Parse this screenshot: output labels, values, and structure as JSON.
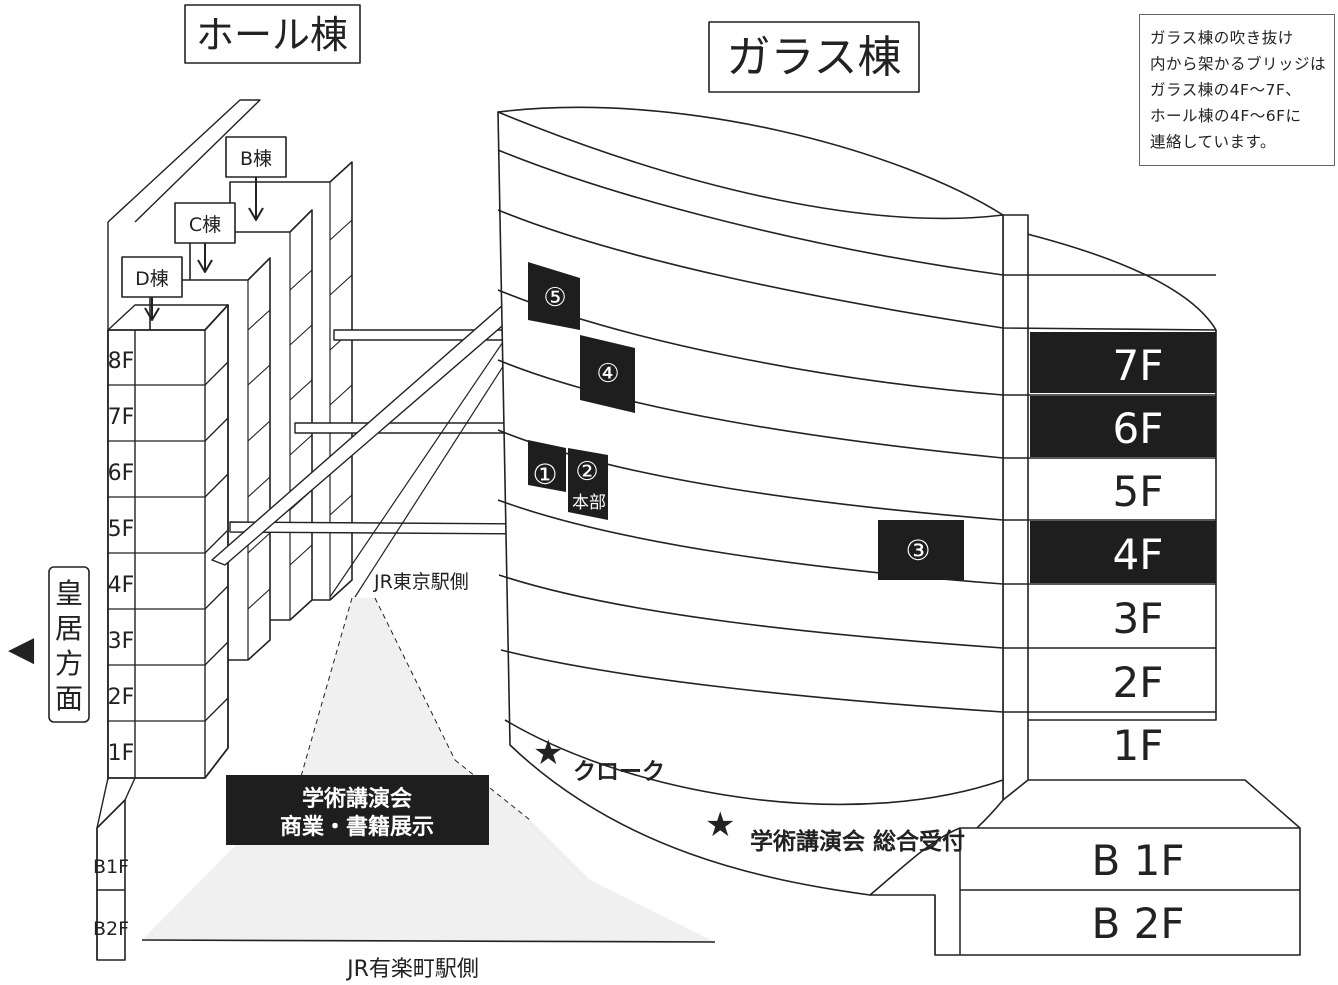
{
  "titles": {
    "hall": "ホール棟",
    "glass": "ガラス棟"
  },
  "note": [
    "ガラス棟の吹き抜け",
    "内から架かるブリッジは",
    "ガラス棟の4F～7F、",
    "ホール棟の4F～6Fに",
    "連絡しています。"
  ],
  "hall_building": {
    "wings": [
      "B棟",
      "C棟",
      "D棟"
    ],
    "floors": [
      "8F",
      "7F",
      "6F",
      "5F",
      "4F",
      "3F",
      "2F",
      "1F"
    ],
    "basement": [
      "B1F",
      "B2F"
    ]
  },
  "glass_building": {
    "floors": [
      {
        "label": "7F",
        "highlight": true
      },
      {
        "label": "6F",
        "highlight": true
      },
      {
        "label": "5F",
        "highlight": false
      },
      {
        "label": "4F",
        "highlight": true
      },
      {
        "label": "3F",
        "highlight": false
      },
      {
        "label": "2F",
        "highlight": false
      },
      {
        "label": "1F",
        "highlight": false
      }
    ],
    "basement": [
      "B 1F",
      "B 2F"
    ]
  },
  "markers": [
    "⑤",
    "④",
    "①",
    "②",
    "本部",
    "③"
  ],
  "direction": {
    "arrow": "◀",
    "label": [
      "皇",
      "居",
      "方",
      "面"
    ]
  },
  "plaza": {
    "north": "JR東京駅側",
    "south": "JR有楽町駅側"
  },
  "event_box": [
    "学術講演会",
    "商業・書籍展示"
  ],
  "stars": [
    {
      "icon": "★",
      "label": "クローク"
    },
    {
      "icon": "★",
      "label": "学術講演会 総合受付"
    }
  ],
  "colors": {
    "ink": "#222222",
    "highlight": "#1e1e1e",
    "plaza": "#f0f0f0",
    "paper": "#ffffff"
  }
}
